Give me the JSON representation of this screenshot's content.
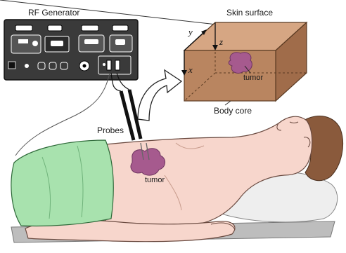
{
  "labels": {
    "rf_generator": "RF Generator",
    "skin_surface": "Skin surface",
    "body_core": "Body core",
    "probes": "Probes",
    "tumor_inset": "tumor",
    "tumor_body": "tumor"
  },
  "axes": {
    "x": "x",
    "y": "y",
    "z": "z"
  },
  "colors": {
    "generator_body": "#3a3a3a",
    "block_front": "#b98560",
    "block_top": "#d6a683",
    "block_side": "#a06c4a",
    "tumor": "#a65a8e",
    "skin": "#f7d6cc",
    "sheet": "#a8e2ae",
    "pillow": "#eeeeee",
    "hair": "#8a5a3c"
  }
}
